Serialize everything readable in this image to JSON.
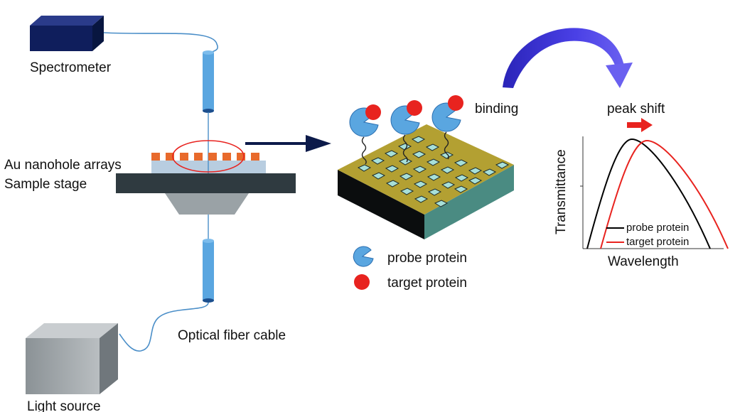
{
  "labels": {
    "spectrometer": "Spectrometer",
    "au_arrays": "Au nanohole arrays",
    "sample_stage": "Sample stage",
    "optical_fiber": "Optical fiber cable",
    "light_source": "Light source",
    "binding": "binding",
    "peak_shift": "peak shift",
    "probe_legend": "probe protein",
    "target_legend": "target protein"
  },
  "plot": {
    "ylabel": "Transmittance",
    "xlabel": "Wavelength",
    "legend": [
      {
        "name": "probe protein",
        "color": "#000000"
      },
      {
        "name": "target protein",
        "color": "#e8231f"
      }
    ]
  },
  "colors": {
    "fiber": "#5aa6e0",
    "spectrometer": "#0f1e5c",
    "electrode": "#e86a2c",
    "stage": "#2f3a40",
    "arrow_dark": "#0c1a4a",
    "curved_arrow": "#3a33d6",
    "shift_arrow": "#e8231f",
    "probe": "#5aa6e0",
    "target": "#e8231f",
    "gold": "#b3a032"
  }
}
